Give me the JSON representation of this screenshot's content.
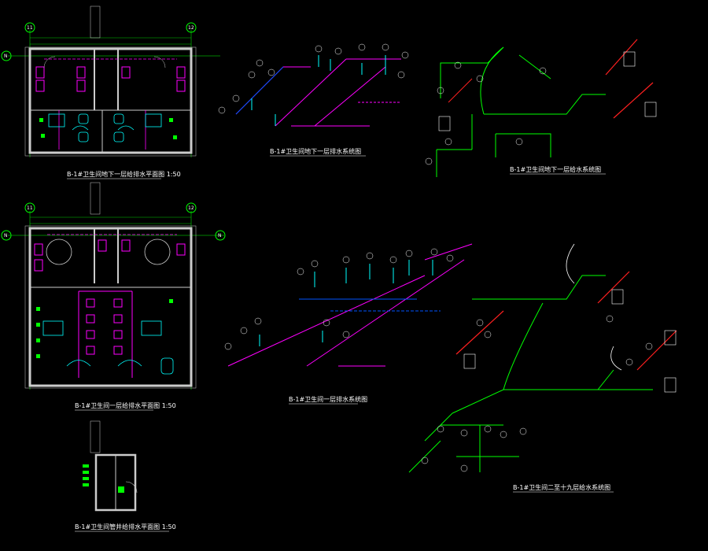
{
  "colors": {
    "background": "#000000",
    "wall": "#cccccc",
    "plumbing": "#ff00ff",
    "supply": "#00ff00",
    "fixture": "#00ffff",
    "axis_marker": "#00ff00",
    "hot_water": "#ff2020",
    "cold_water": "#1e5bff",
    "text": "#ffffff"
  },
  "views": [
    {
      "id": "plan-1",
      "title": "B-1#卫生间地下一层给排水平面图 1:50"
    },
    {
      "id": "plan-2",
      "title": "B-1#卫生间一层给排水平面图 1:50"
    },
    {
      "id": "plan-3",
      "title": "B-1#卫生间管井给排水平面图 1:50"
    },
    {
      "id": "iso-drain-b1",
      "title": "B-1#卫生间地下一层排水系统图"
    },
    {
      "id": "iso-supply-b1",
      "title": "B-1#卫生间地下一层给水系统图"
    },
    {
      "id": "iso-drain-1f",
      "title": "B-1#卫生间一层排水系统图"
    },
    {
      "id": "iso-supply-2-19",
      "title": "B-1#卫生间二至十九层给水系统图"
    }
  ],
  "axis_labels": {
    "left": "11",
    "right": "12",
    "row": "N"
  }
}
